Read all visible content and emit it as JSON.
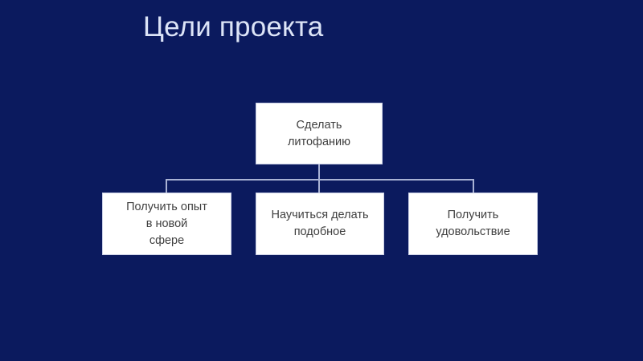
{
  "slide": {
    "title": "Цели проекта",
    "background_color": "#0b1a5e",
    "title_color": "#dce4f7",
    "node_fill_color": "#ffffff",
    "node_border_color": "#c9cfe6",
    "node_text_color": "#404040",
    "connector_color": "#a9b2d4"
  },
  "diagram": {
    "type": "org-chart",
    "root": {
      "label": "Сделать\nлитофанию"
    },
    "children": [
      {
        "label": "Получить опыт\nв новой\nсфере"
      },
      {
        "label": "Научиться делать\nподобное"
      },
      {
        "label": "Получить\nудовольствие"
      }
    ]
  }
}
